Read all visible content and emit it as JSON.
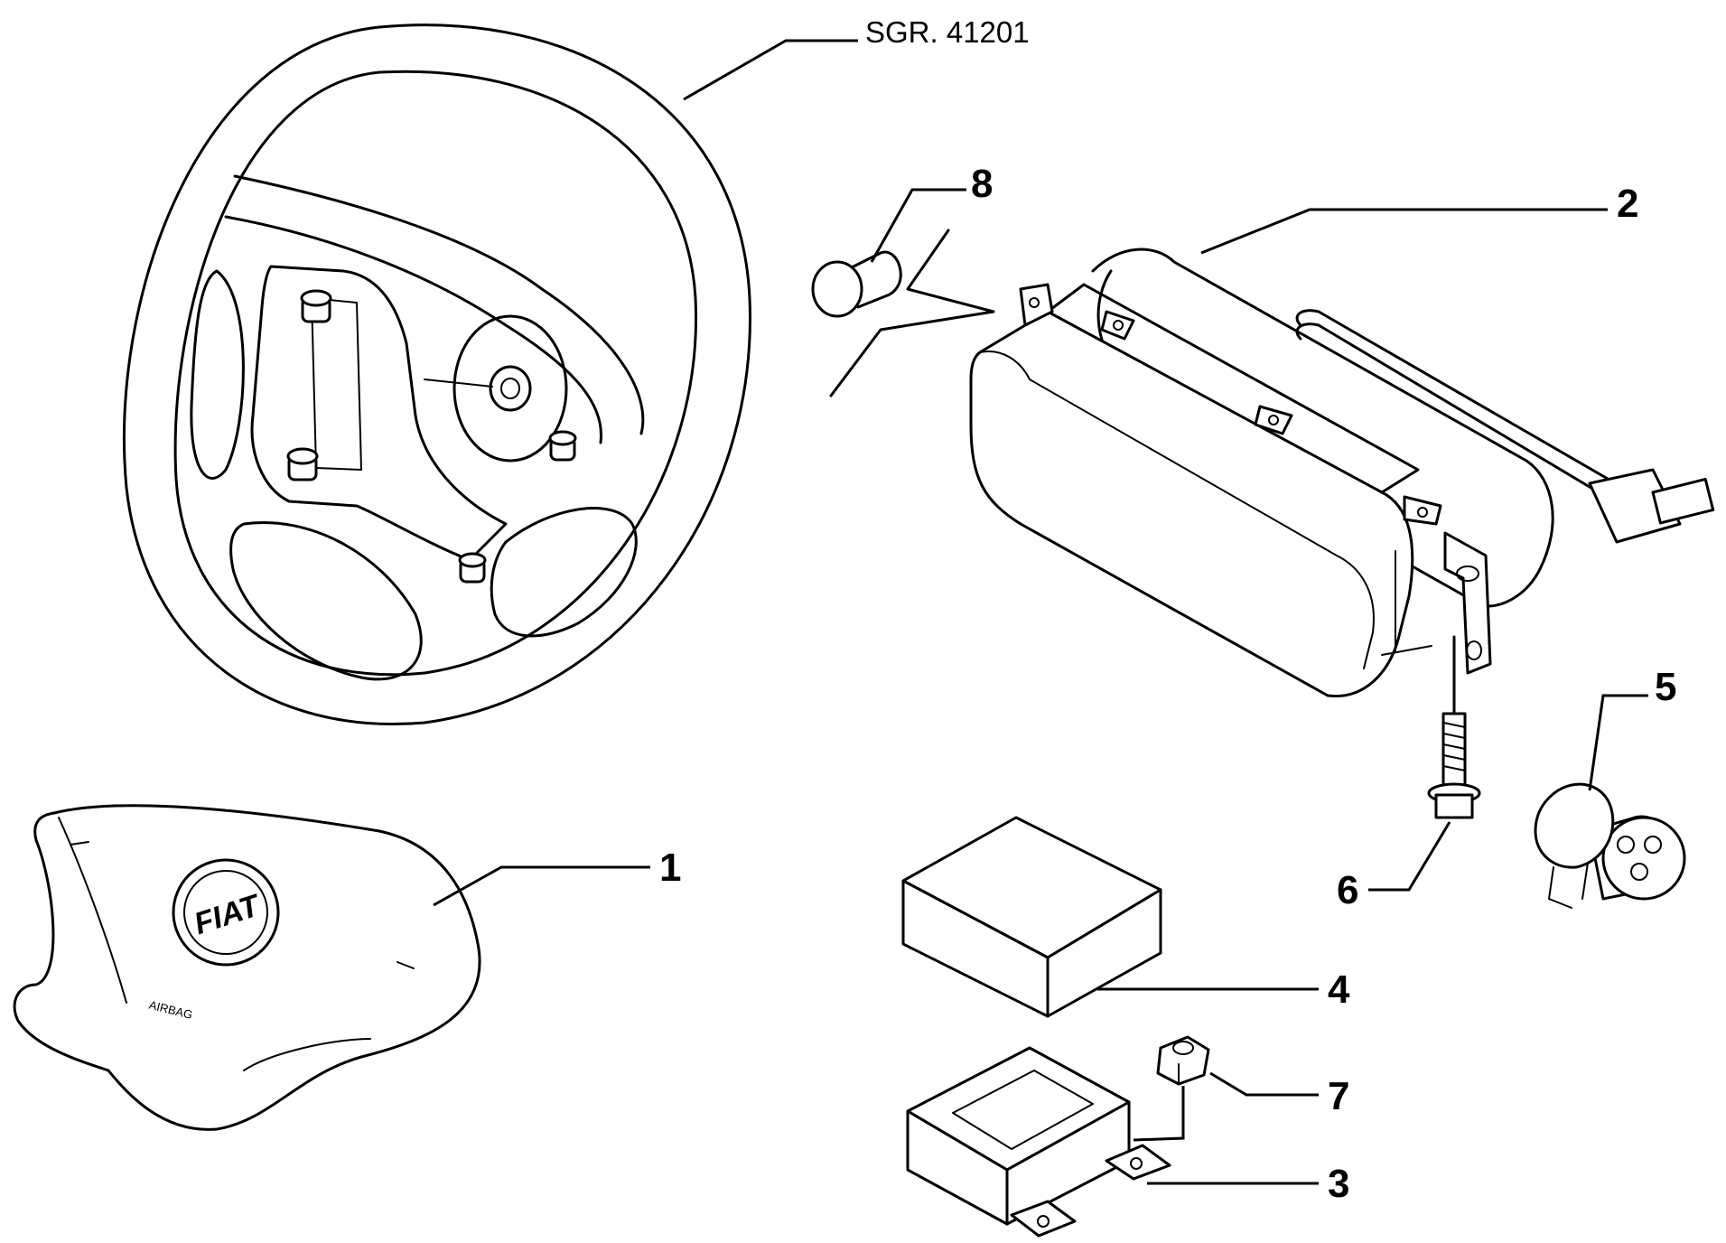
{
  "reference": "SGR. 41201",
  "callouts": [
    "1",
    "2",
    "3",
    "4",
    "5",
    "6",
    "7",
    "8"
  ],
  "airbag_marking": "AIRBAG",
  "emblem_text": "FIAT"
}
